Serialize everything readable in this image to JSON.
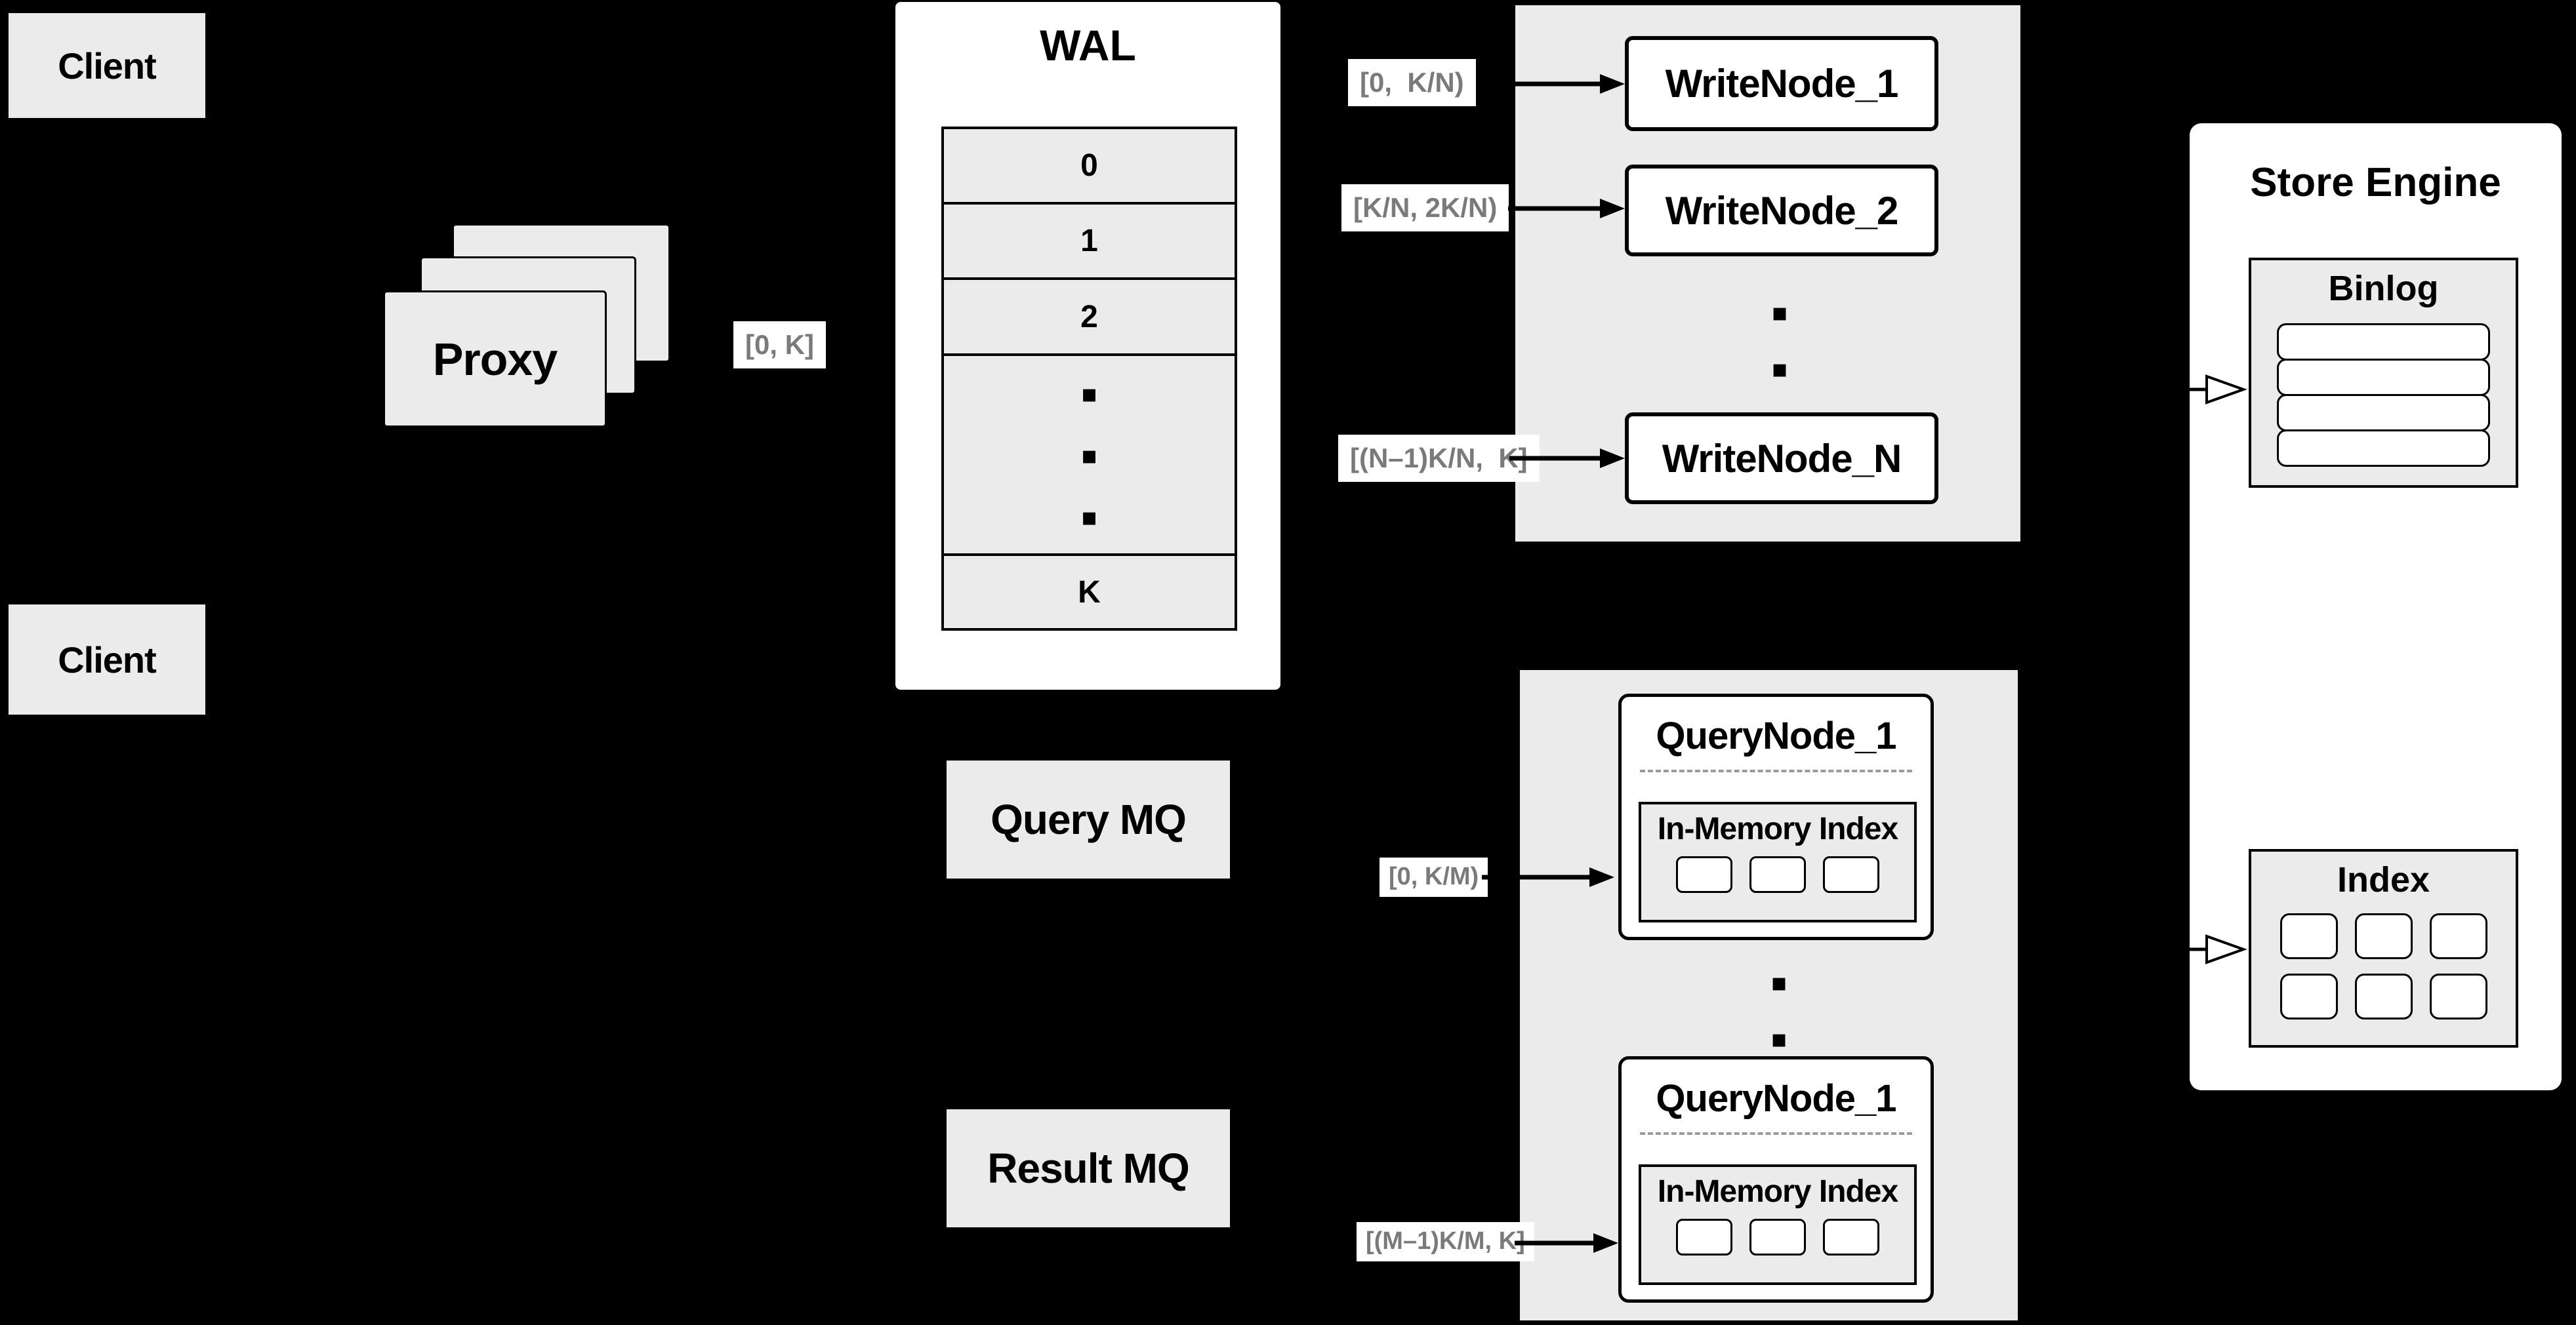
{
  "canvas": {
    "background": "#000000"
  },
  "colors": {
    "box_gray": "#ebebeb",
    "white": "#ffffff",
    "black": "#000000",
    "range_label_text": "#7a7a7a",
    "dashed_divider": "#9b9b9b"
  },
  "client_top": {
    "label": "Client"
  },
  "client_bottom": {
    "label": "Client"
  },
  "proxy": {
    "label": "Proxy"
  },
  "range_labels": {
    "proxy": "[0, K]",
    "write1": "[0,  K/N)",
    "write2": "[K/N, 2K/N)",
    "writeN": "[(N–1)K/N,  K]",
    "query1": "[0, K/M)",
    "query2": "[(M–1)K/M, K]"
  },
  "wal": {
    "title": "WAL",
    "row_labels": [
      "0",
      "1",
      "2",
      "K"
    ]
  },
  "write_nodes": {
    "node1": "WriteNode_1",
    "node2": "WriteNode_2",
    "nodeN": "WriteNode_N"
  },
  "mq": {
    "query_label": "Query MQ",
    "result_label": "Result MQ"
  },
  "query_nodes": {
    "top_title": "QueryNode_1",
    "bottom_title": "QueryNode_1",
    "in_memory_title": "In-Memory Index"
  },
  "store_engine": {
    "title": "Store Engine",
    "binlog_title": "Binlog",
    "index_title": "Index"
  },
  "glyphs": {
    "dot": "▪"
  }
}
